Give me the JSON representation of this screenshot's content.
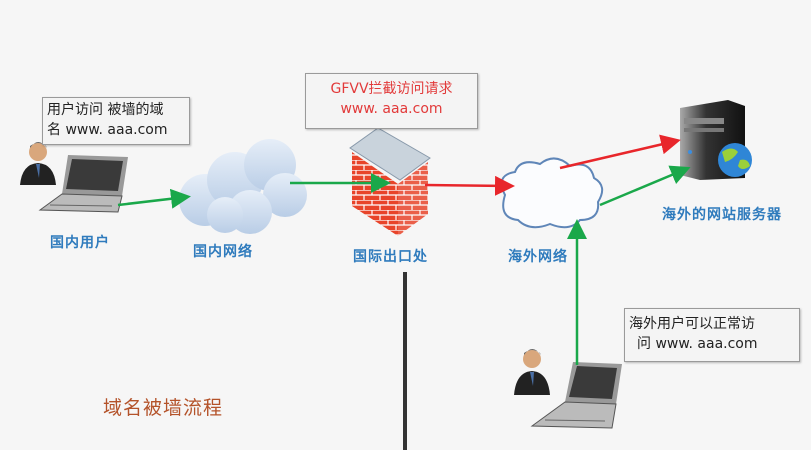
{
  "callouts": {
    "domestic_user": {
      "line1": "用户访问 被墙的域",
      "line2": "名 www. aaa.com"
    },
    "gfw": {
      "line1": "GFVV拦截访问请求",
      "line2": "www. aaa.com"
    },
    "overseas_user": {
      "line1": "海外用户可以正常访",
      "line2": "问 www. aaa.com"
    }
  },
  "labels": {
    "domestic_user": "国内用户",
    "domestic_network": "国内网络",
    "international_gateway": "国际出口处",
    "overseas_network": "海外网络",
    "overseas_server": "海外的网站服务器"
  },
  "caption": "域名被墙流程",
  "colors": {
    "allowed": "#1aa84a",
    "blocked": "#e8262b",
    "label": "#2f7bbd",
    "caption": "#b4532a"
  }
}
